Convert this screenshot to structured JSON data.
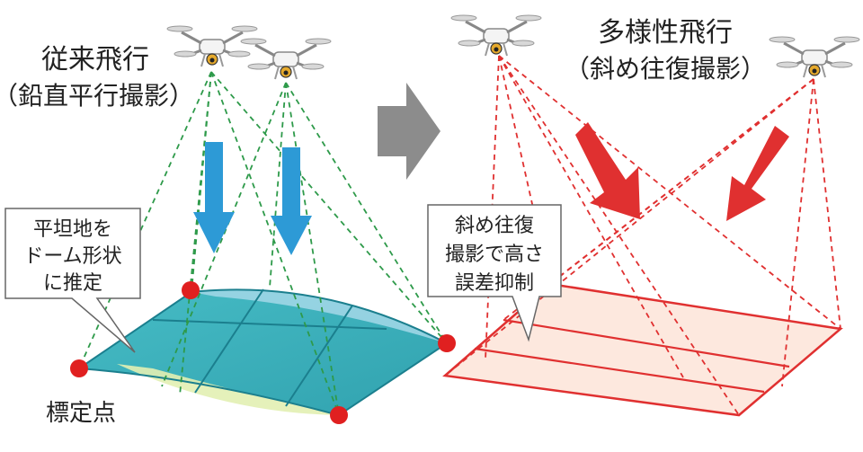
{
  "left": {
    "title_line1": "従来飛行",
    "title_line2": "（鉛直平行撮影）",
    "callout": [
      "平坦地を",
      "ドーム形状",
      "に推定"
    ],
    "point_label": "標定点"
  },
  "right": {
    "title_line1": "多様性飛行",
    "title_line2": "（斜め往復撮影）",
    "callout": [
      "斜め往復",
      "撮影で高さ",
      "誤差抑制"
    ]
  },
  "icons": {
    "drone": "drone-icon",
    "transition_arrow": "arrow-right-icon"
  },
  "colors": {
    "green_ray": "#2e9a4a",
    "red_ray": "#e03030",
    "blue_arrow": "#2d9ad6",
    "dome_fill": "#2aaeb8",
    "flat_fill": "#fde8de",
    "gray_arrow": "#8c8c8c",
    "marker": "#e02020"
  }
}
